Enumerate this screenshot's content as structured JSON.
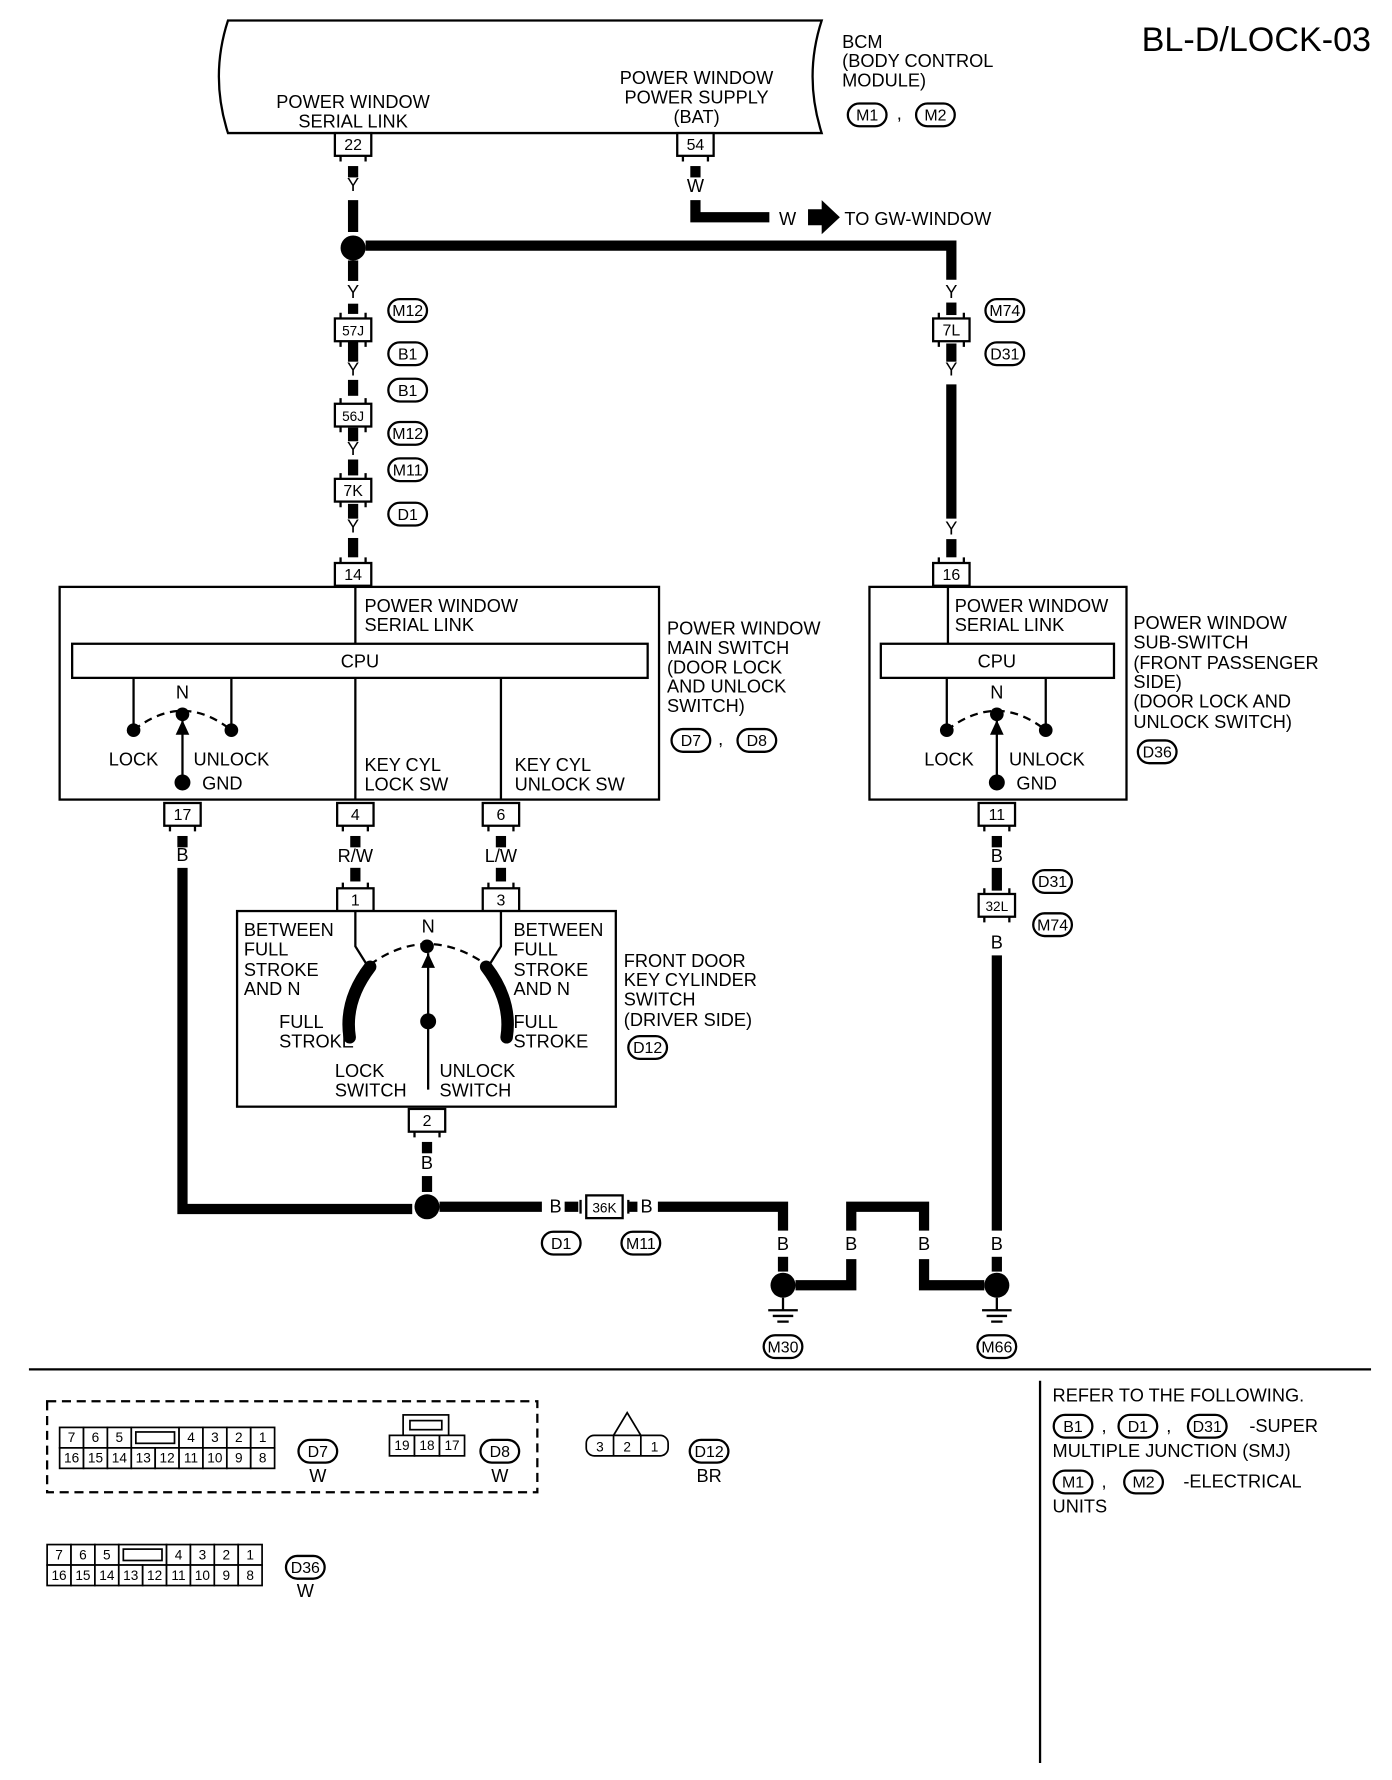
{
  "page_title": "BL-D/LOCK-03",
  "bcm": {
    "name_lines": [
      "BCM",
      "(BODY CONTROL",
      " MODULE)"
    ],
    "connectors": [
      "M1",
      "M2"
    ],
    "serial_link_lines": [
      "POWER WINDOW",
      "SERIAL LINK"
    ],
    "serial_link_pin": "22",
    "power_supply_lines": [
      "POWER WINDOW",
      "POWER SUPPLY",
      "(BAT)"
    ],
    "power_supply_pin": "54"
  },
  "to_gw_window": "TO GW-WINDOW",
  "sep": ",",
  "wire_colors": {
    "Y": "Y",
    "W": "W",
    "B": "B",
    "RW": "R/W",
    "LW": "L/W"
  },
  "pins": {
    "j57": "57J",
    "j56": "56J",
    "k7": "7K",
    "l7": "7L",
    "k36": "36K",
    "l32": "32L",
    "main_14": "14",
    "main_17": "17",
    "main_4": "4",
    "main_6": "6",
    "sub_16": "16",
    "sub_11": "11",
    "key_1": "1",
    "key_3": "3",
    "key_2": "2"
  },
  "tags": {
    "M12": "M12",
    "B1": "B1",
    "M11": "M11",
    "D1": "D1",
    "M74": "M74",
    "D31": "D31",
    "D7": "D7",
    "D8": "D8",
    "D36": "D36",
    "D12": "D12",
    "M30": "M30",
    "M66": "M66",
    "M1": "M1",
    "M2": "M2"
  },
  "main_switch": {
    "serial_link_lines": [
      "POWER WINDOW",
      "SERIAL LINK"
    ],
    "cpu": "CPU",
    "n": "N",
    "lock": "LOCK",
    "unlock": "UNLOCK",
    "gnd": "GND",
    "key_lock_lines": [
      "KEY CYL",
      "LOCK SW"
    ],
    "key_unlock_lines": [
      "KEY CYL",
      "UNLOCK SW"
    ],
    "name_lines": [
      "POWER WINDOW",
      "MAIN SWITCH",
      "(DOOR LOCK",
      " AND UNLOCK",
      " SWITCH)"
    ]
  },
  "sub_switch": {
    "serial_link_lines": [
      "POWER WINDOW",
      "SERIAL LINK"
    ],
    "cpu": "CPU",
    "n": "N",
    "lock": "LOCK",
    "unlock": "UNLOCK",
    "gnd": "GND",
    "name_lines": [
      "POWER WINDOW",
      "SUB-SWITCH",
      "(FRONT PASSENGER",
      " SIDE)",
      "(DOOR LOCK AND",
      " UNLOCK SWITCH)"
    ]
  },
  "key_cylinder": {
    "n": "N",
    "between_lines": [
      "BETWEEN",
      "FULL",
      "STROKE",
      "AND N"
    ],
    "full_stroke_lines": [
      "FULL",
      "STROKE"
    ],
    "lock_switch_lines": [
      "LOCK",
      "SWITCH"
    ],
    "unlock_switch_lines": [
      "UNLOCK",
      "SWITCH"
    ],
    "name_lines": [
      "FRONT DOOR",
      "KEY CYLINDER",
      "SWITCH",
      "(DRIVER SIDE)"
    ]
  },
  "connector_faces": {
    "d7_top": [
      "7",
      "6",
      "5",
      "",
      "4",
      "3",
      "2",
      "1"
    ],
    "d7_bottom": [
      "16",
      "15",
      "14",
      "13",
      "12",
      "11",
      "10",
      "9",
      "8"
    ],
    "d7_color": "W",
    "d8_pins": [
      "19",
      "18",
      "17"
    ],
    "d8_color": "W",
    "d12_pins": [
      "3",
      "2",
      "1"
    ],
    "d12_color": "BR",
    "d36_top": [
      "7",
      "6",
      "5",
      "",
      "4",
      "3",
      "2",
      "1"
    ],
    "d36_bottom": [
      "16",
      "15",
      "14",
      "13",
      "12",
      "11",
      "10",
      "9",
      "8"
    ],
    "d36_color": "W"
  },
  "refer": {
    "heading": "REFER TO THE FOLLOWING.",
    "smj_tags": [
      "B1",
      "D1",
      "D31"
    ],
    "smj_lines": [
      "-SUPER",
      "MULTIPLE JUNCTION (SMJ)"
    ],
    "units_tags": [
      "M1",
      "M2"
    ],
    "units_lines": [
      "-ELECTRICAL",
      "UNITS"
    ]
  }
}
